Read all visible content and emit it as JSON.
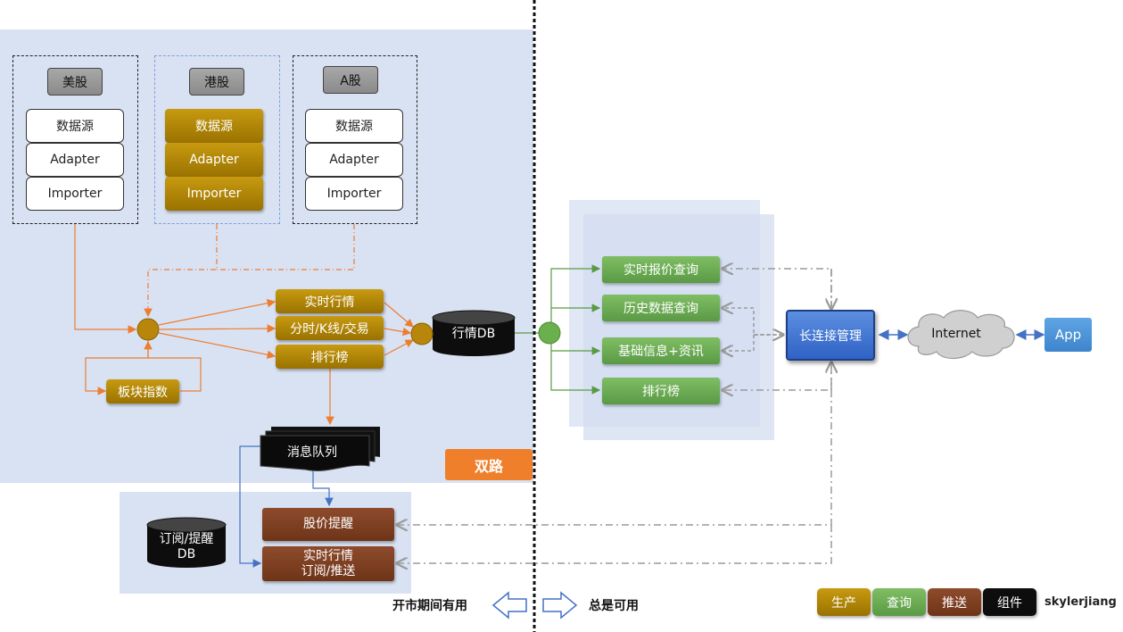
{
  "markets": {
    "us": {
      "label": "美股"
    },
    "hk": {
      "label": "港股"
    },
    "a": {
      "label": "A股"
    }
  },
  "pipeline": {
    "source": "数据源",
    "adapter": "Adapter",
    "importer": "Importer"
  },
  "processing": {
    "realtime": "实时行情",
    "timeshare": "分时/K线/交易",
    "ranking": "排行榜",
    "sector_index": "板块指数"
  },
  "storage": {
    "quote_db": "行情DB",
    "mq": "消息队列",
    "sub_db_line1": "订阅/提醒",
    "sub_db_line2": "DB"
  },
  "push": {
    "price_alert": "股价提醒",
    "realtime_sub_line1": "实时行情",
    "realtime_sub_line2": "订阅/推送"
  },
  "dual_path": "双路",
  "query": {
    "realtime_quote": "实时报价查询",
    "history": "历史数据查询",
    "basic_info": "基础信息+资讯",
    "ranking": "排行榜"
  },
  "connection_manager": "长连接管理",
  "internet": "Internet",
  "app": "App",
  "availability": {
    "left": "开市期间有用",
    "right": "总是可用"
  },
  "legend": {
    "produce": "生产",
    "query": "查询",
    "push": "推送",
    "component": "组件",
    "author": "skylerjiang"
  },
  "colors": {
    "produce": "#a57d07",
    "query": "#6aa84f",
    "push": "#7a3d1f",
    "component": "#111111",
    "manager": "#3b6fd4",
    "dual": "#f07f2c",
    "panel": "#d9e2f3"
  }
}
